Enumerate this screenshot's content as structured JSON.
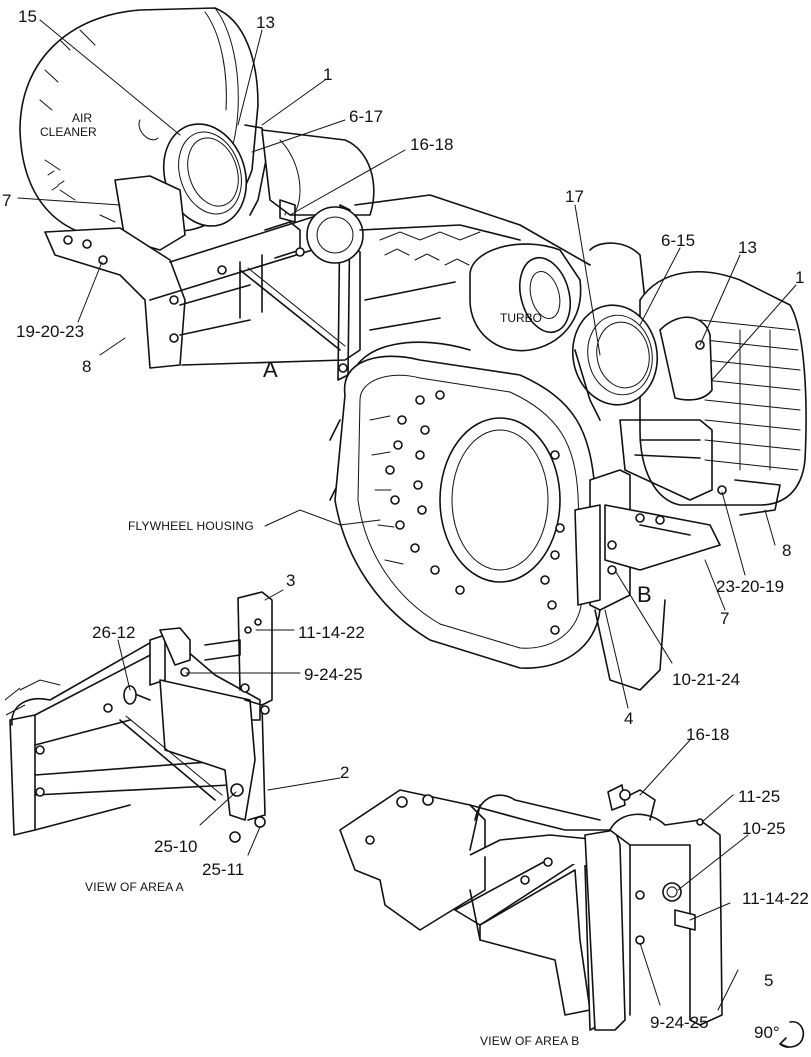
{
  "labels": {
    "l15": "15",
    "l13a": "13",
    "l1a": "1",
    "l6_17": "6-17",
    "l16_18a": "16-18",
    "l7a": "7",
    "l19_20_23": "19-20-23",
    "l8a": "8",
    "l17": "17",
    "l6_15": "6-15",
    "l13b": "13",
    "l1b": "1",
    "l8b": "8",
    "l23_20_19": "23-20-19",
    "l7b": "7",
    "l10_21_24": "10-21-24",
    "l4": "4",
    "l3": "3",
    "l26_12": "26-12",
    "l11_14_22a": "11-14-22",
    "l9_24_25a": "9-24-25",
    "l2": "2",
    "l25_10": "25-10",
    "l25_11": "25-11",
    "l16_18b": "16-18",
    "l11_25": "11-25",
    "l10_25": "10-25",
    "l11_14_22b": "11-14-22",
    "l5": "5",
    "l9_24_25b": "9-24-25"
  },
  "text": {
    "air": "AIR",
    "cleaner": "CLEANER",
    "turbo": "TURBO",
    "flywheel_housing": "FLYWHEEL HOUSING",
    "area_a": "A",
    "area_b": "B",
    "view_a": "VIEW OF AREA  A",
    "view_b": "VIEW OF AREA  B",
    "rotation": "90°"
  },
  "icons": {
    "rotation_arrow": "rotate-clockwise-arrow-icon"
  }
}
